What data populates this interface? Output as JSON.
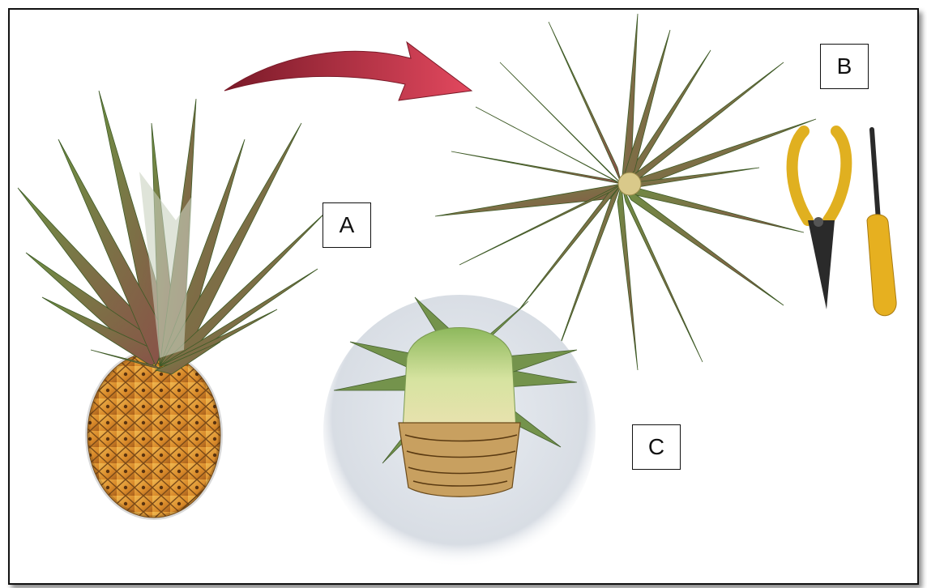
{
  "figure": {
    "labels": {
      "a": "A",
      "b": "B",
      "c": "C"
    },
    "colors": {
      "arrow": "#c8344a",
      "leaf_green": "#5f7f3a",
      "leaf_dark": "#3e5a26",
      "leaf_red": "#8a4a48",
      "pineapple_body": "#d99a3a",
      "tool_handle": "#e0b020",
      "tool_metal": "#2a2a2a"
    }
  }
}
